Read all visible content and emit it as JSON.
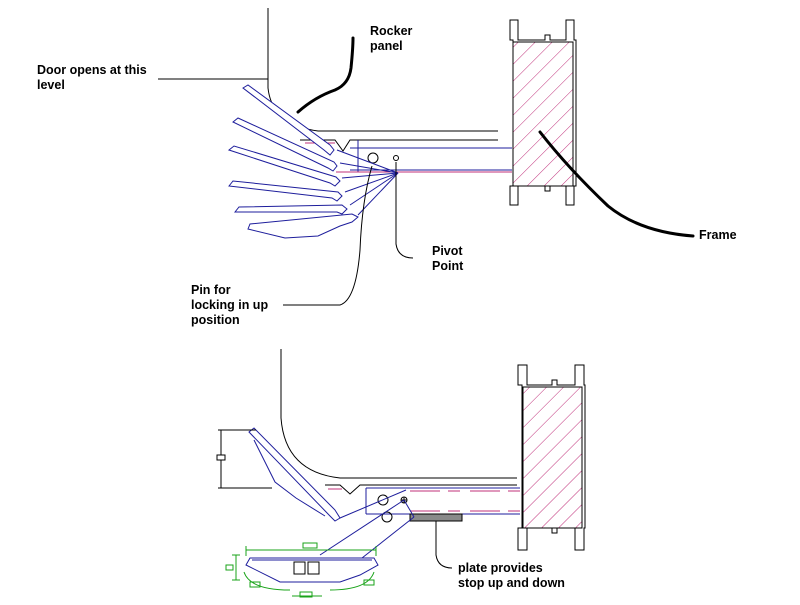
{
  "labels": {
    "rocker_panel_line1": "Rocker",
    "rocker_panel_line2": "panel",
    "door_opens_line1": "Door opens at this",
    "door_opens_line2": "level",
    "frame": "Frame",
    "pivot_line1": "Pivot",
    "pivot_line2": "Point",
    "pin_line1": "Pin for",
    "pin_line2": "locking in up",
    "pin_line3": "position",
    "plate_line1": "plate provides",
    "plate_line2": "stop up and down"
  },
  "colors": {
    "outline": "#000000",
    "hatch": "#c0307a",
    "structure": "#1e1e9c",
    "dimension": "#19a319",
    "plate": "#8a8a8a"
  }
}
